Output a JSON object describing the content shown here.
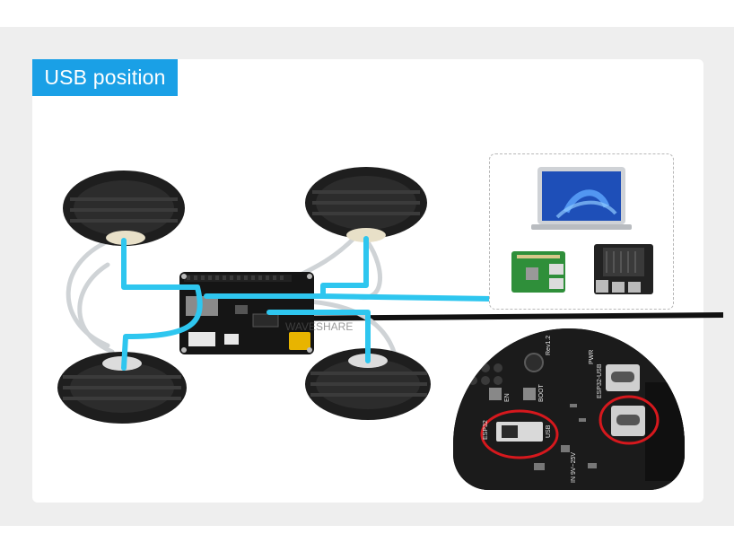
{
  "header": {
    "title": "USB position"
  },
  "board": {
    "watermark": "WAVESHARE"
  },
  "zoom": {
    "labels": {
      "revision": "Rev1.2",
      "pwr": "PWR",
      "esp32_usb": "ESP32-USB",
      "esp32": "ESP32",
      "usb": "USB",
      "en": "EN",
      "boot": "BOOT",
      "voltage": "IN 9V~25V"
    }
  },
  "colors": {
    "accent": "#1aa0e6",
    "cable_blue": "#2ec6ef",
    "highlight_circle": "#d6181d"
  },
  "icons": [
    "wheel-icon",
    "laptop-icon",
    "raspberry-pi-icon",
    "jetson-board-icon",
    "usb-c-port-icon",
    "toggle-switch-icon"
  ]
}
